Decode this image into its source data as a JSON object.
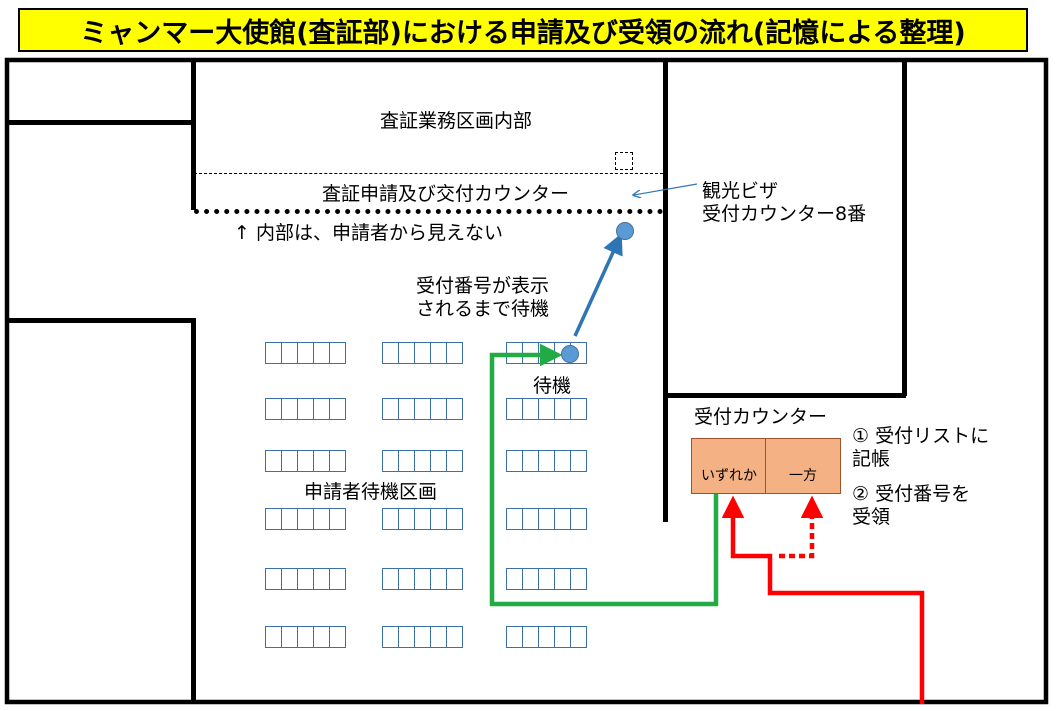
{
  "title": "ミャンマー大使館(査証部)における申請及び受領の流れ(記憶による整理)",
  "labels": {
    "inner_area": "査証業務区画内部",
    "application_counter": "査証申請及び交付カウンター",
    "inner_not_visible": "↑ 内部は、申請者から見えない",
    "tourist_visa": "観光ビザ\n受付カウンター8番",
    "wait_until_number": "受付番号が表示\nされるまで待機",
    "wait": "待機",
    "waiting_area": "申請者待機区画",
    "reception_counter": "受付カウンター",
    "counter_left": "いずれか",
    "counter_right": "一方",
    "step1": "①  受付リストに\n     記帳",
    "step2": "②  受付番号を\n     受領"
  },
  "colors": {
    "title_bg": "#ffff00",
    "counter_fill": "#f4b183",
    "seat_border": "#3a6fa8",
    "person_fill": "#5b9bd5",
    "green_path": "#22aa44",
    "red_path": "#ff0000",
    "blue_arrow": "#2e75b6"
  },
  "icons": [
    "person-marker",
    "arrow-up"
  ]
}
